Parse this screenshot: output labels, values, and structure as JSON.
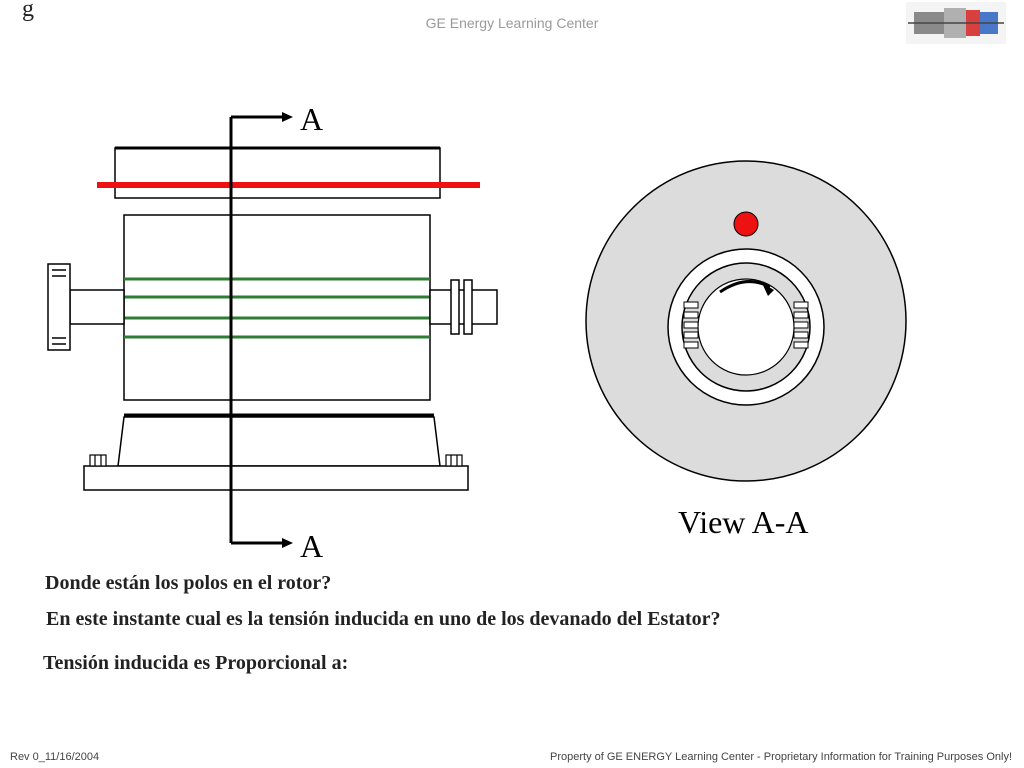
{
  "header": {
    "logo": "g",
    "title": "GE Energy Learning Center",
    "thumbnail_icon": "gas-turbine-thumbnail-icon"
  },
  "diagram": {
    "section_label_top": "A",
    "section_label_bottom": "A",
    "view_label": "View A-A",
    "colors": {
      "red_conductor": "#ee1111",
      "green_windings": "#2e7d32",
      "stator_disc": "#dcdcdc",
      "outline": "#000000"
    }
  },
  "questions": {
    "q1": "Donde están los polos en el rotor?",
    "q2": "En este instante cual es la tensión inducida en uno de los devanado del Estator?",
    "q3": "Tensión inducida es Proporcional a:"
  },
  "footer": {
    "revision": "Rev 0_11/16/2004",
    "property_notice": "Property of GE ENERGY Learning Center - Proprietary Information for Training Purposes Only!"
  }
}
